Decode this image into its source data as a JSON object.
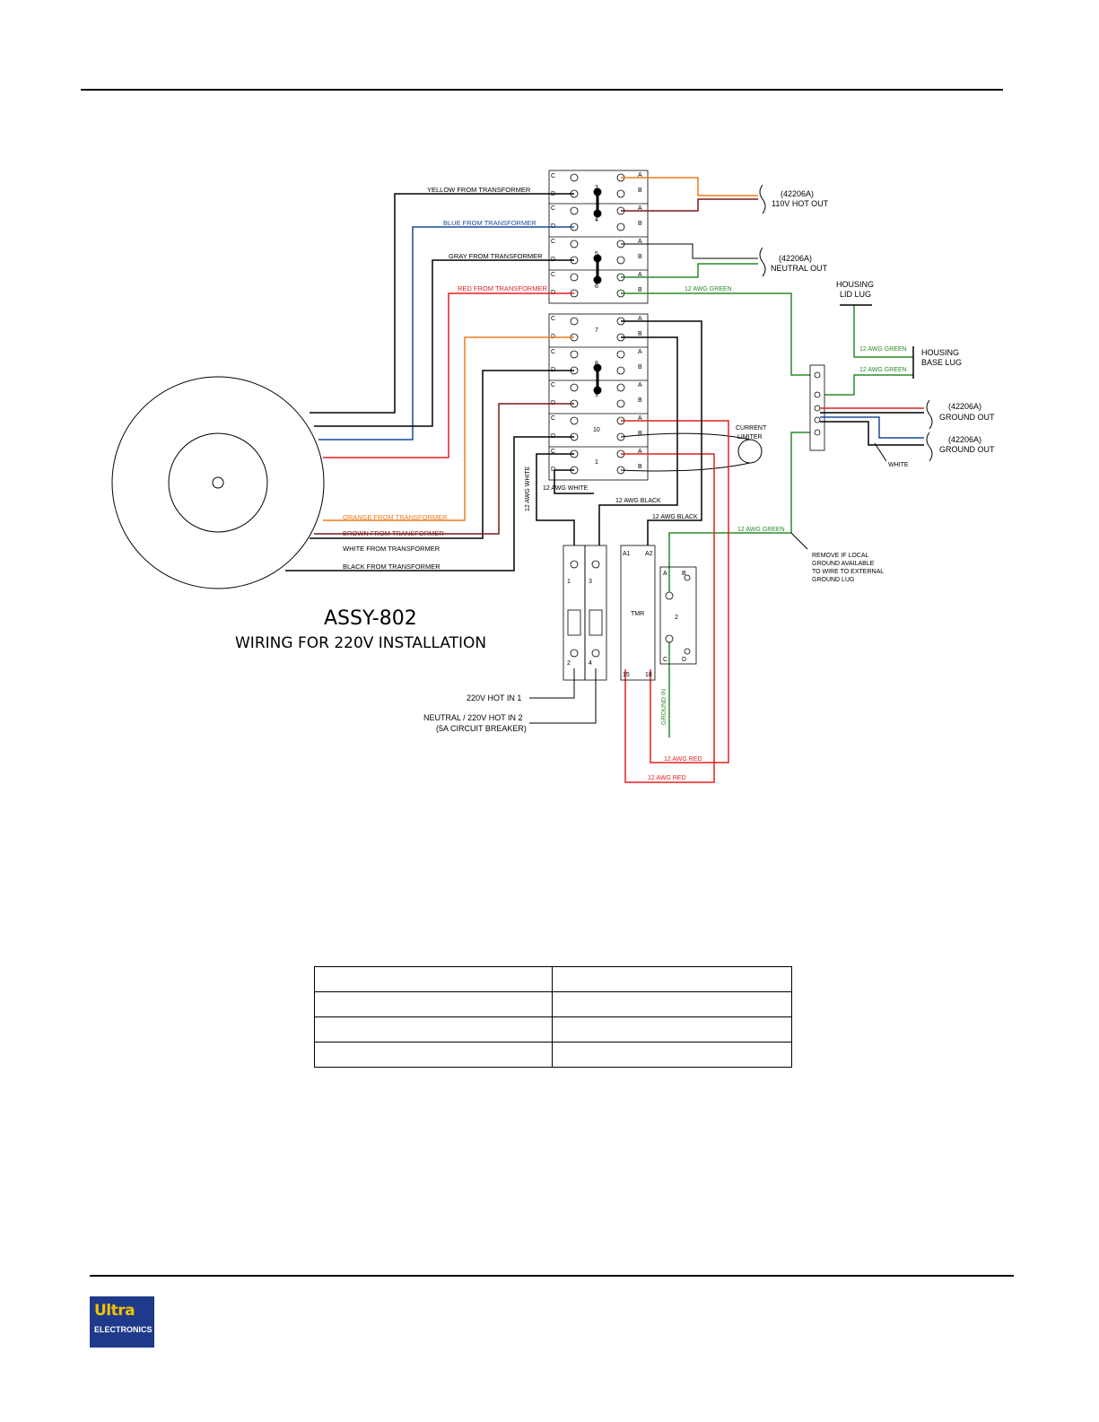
{
  "diagram": {
    "title": "ASSY-802",
    "subtitle": "WIRING FOR 220V INSTALLATION",
    "transformer_wires": {
      "yellow": "YELLOW FROM TRANSFORMER",
      "blue": "BLUE FROM TRANSFORMER",
      "gray": "GRAY FROM TRANSFORMER",
      "red": "RED FROM TRANSFORMER",
      "orange": "ORANGE FROM TRANSFORMER",
      "brown": "BROWN FROM TRANSFORMER",
      "white": "WHITE FROM TRANSFORMER",
      "black": "BLACK FROM TRANSFORMER"
    },
    "outputs": {
      "hot_part": "(42206A)",
      "hot_label": "110V HOT OUT",
      "neutral_part": "(42206A)",
      "neutral_label": "NEUTRAL OUT",
      "ground1_part": "(42206A)",
      "ground1_label": "GROUND OUT",
      "ground2_part": "(42206A)",
      "ground2_label": "GROUND OUT"
    },
    "wire_labels": {
      "green_top": "12 AWG GREEN",
      "green_lid": "12 AWG GREEN",
      "green_base": "12 AWG GREEN",
      "green_bottom": "12 AWG GREEN",
      "white_vertical": "12 AWG WHITE",
      "white_horizontal": "12 AWG WHITE",
      "black1": "12 AWG BLACK",
      "black2": "12 AWG BLACK",
      "red1": "12 AWG RED",
      "red2": "12 AWG RED",
      "white_ground": "WHITE",
      "ground_in": "GROUND IN"
    },
    "housing": {
      "lid_line1": "HOUSING",
      "lid_line2": "LID LUG",
      "base_line1": "HOUSING",
      "base_line2": "BASE LUG"
    },
    "current_limiter": {
      "line1": "CURRENT",
      "line2": "LIMITER"
    },
    "remove_note": [
      "REMOVE IF LOCAL",
      "GROUND AVAILABLE",
      "TO WIRE TO EXTERNAL",
      "GROUND LUG"
    ],
    "inputs": {
      "hot_in_1": "220V HOT IN 1",
      "neutral_line1": "NEUTRAL / 220V HOT IN 2",
      "neutral_line2": "(5A CIRCUIT BREAKER)"
    },
    "tmr": {
      "label": "TMR",
      "a1": "A1",
      "a2": "A2",
      "t15": "15",
      "t18": "18"
    },
    "block_numbers": [
      "3",
      "4",
      "5",
      "6",
      "7",
      "8",
      "9",
      "10",
      "1",
      "2"
    ],
    "breaker_numbers": [
      "1",
      "3",
      "2",
      "4"
    ],
    "terminal_letters": {
      "a": "A",
      "b": "B",
      "c": "C",
      "d": "D"
    }
  },
  "table": {
    "rows": [
      [
        "",
        ""
      ],
      [
        "",
        ""
      ],
      [
        "",
        ""
      ],
      [
        "",
        ""
      ]
    ]
  },
  "logo": {
    "line1": "Ultra",
    "line2": "ELECTRONICS"
  },
  "colors": {
    "yellow_wire": "#000000",
    "blue_wire": "#1a4a9a",
    "red_wire": "#e02020",
    "orange_wire": "#f07a1a",
    "brown_wire": "#7a1a1a",
    "green_wire": "#2a8a2a",
    "logo_blue": "#1f3a8a",
    "logo_yellow": "#f2c300"
  }
}
